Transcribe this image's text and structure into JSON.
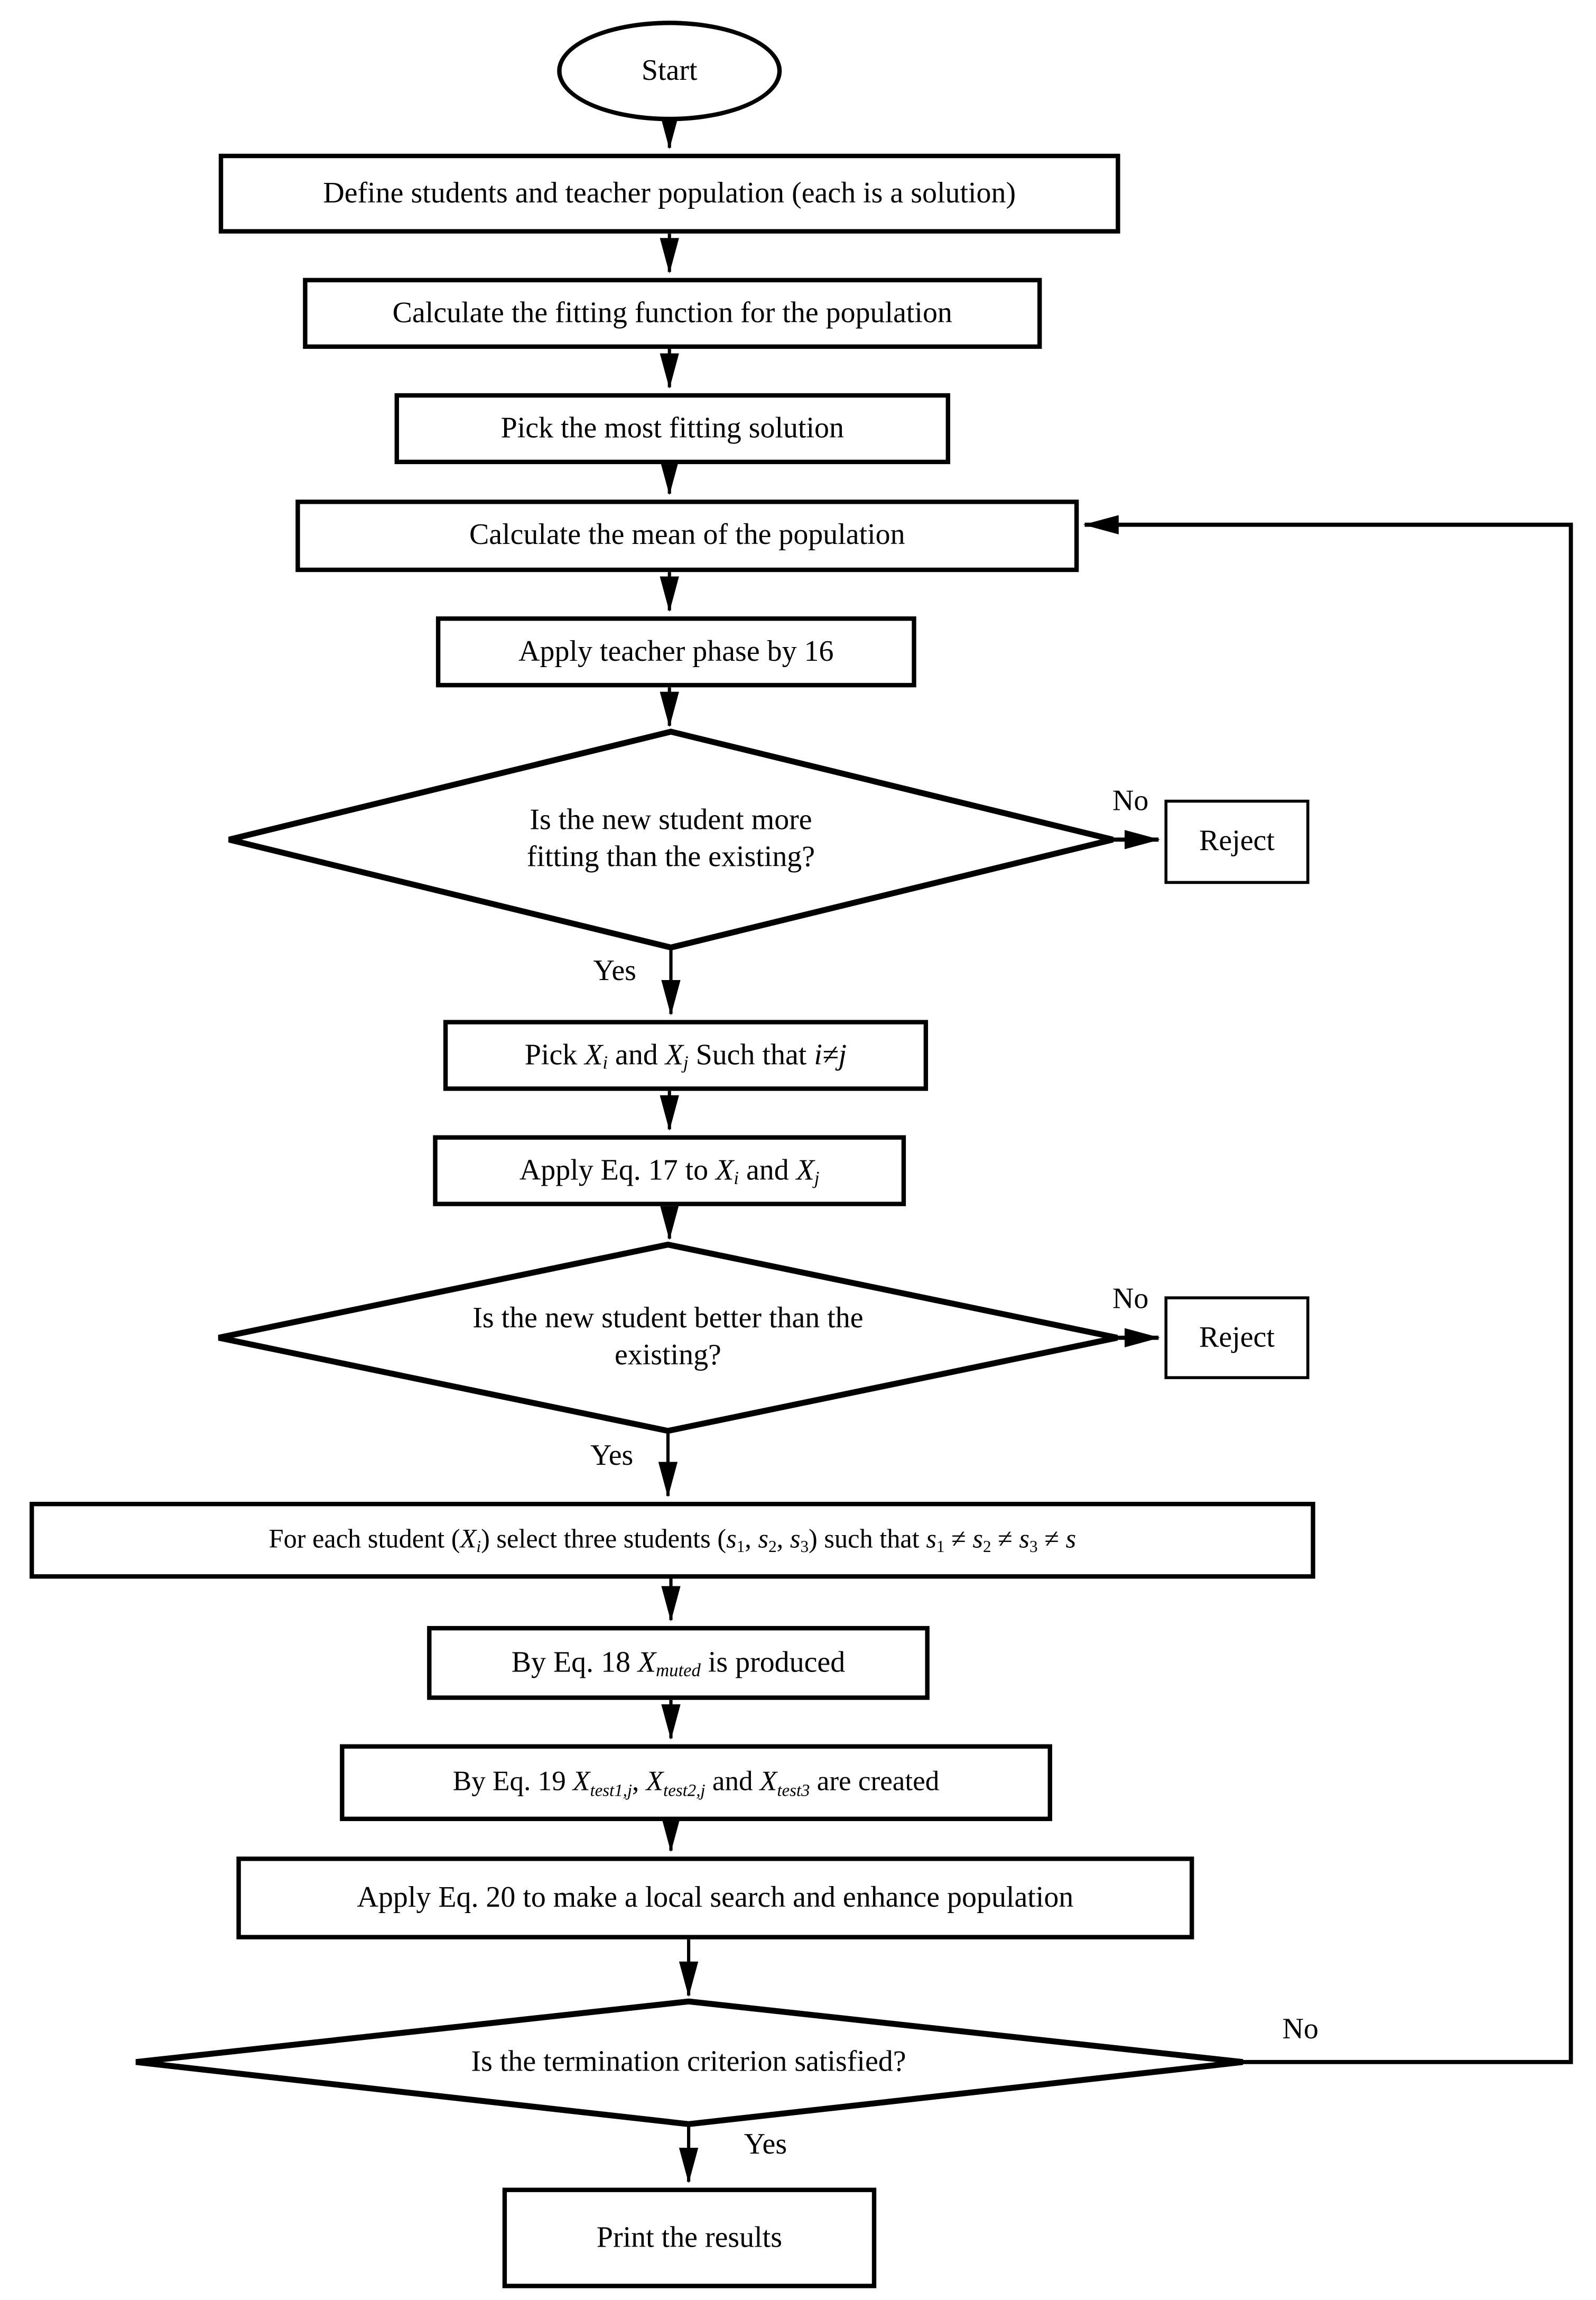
{
  "figure": {
    "type": "flowchart",
    "background": "#ffffff",
    "line_color": "#000000",
    "text_color": "#000000"
  },
  "nodes": {
    "start": {
      "shape": "terminator",
      "label": "Start"
    },
    "define": {
      "shape": "process",
      "label": "Define students and teacher population (each is a solution)"
    },
    "fitting": {
      "shape": "process",
      "label": "Calculate the fitting function for the population"
    },
    "pick_best": {
      "shape": "process",
      "label": "Pick the most fitting solution"
    },
    "mean": {
      "shape": "process",
      "label": "Calculate the mean of the population"
    },
    "teacher_phase": {
      "shape": "process",
      "label": "Apply teacher phase by 16"
    },
    "d1": {
      "shape": "decision",
      "label": "Is the new student more fitting than the existing?"
    },
    "reject1": {
      "shape": "process",
      "label": "Reject"
    },
    "pick_xij": {
      "shape": "process",
      "parts": [
        "Pick ",
        "X",
        "i",
        " and ",
        "X",
        "j",
        " Such that ",
        "i≠j"
      ]
    },
    "eq17": {
      "shape": "process",
      "parts": [
        "Apply Eq. 17 to ",
        "X",
        "i",
        " and ",
        "X",
        "j"
      ]
    },
    "d2": {
      "shape": "decision",
      "label": "Is the new student better than the existing?"
    },
    "reject2": {
      "shape": "process",
      "label": "Reject"
    },
    "foreach": {
      "shape": "process",
      "parts": [
        "For each student (",
        "X",
        "i",
        ") select three students (",
        "s",
        "1",
        ", ",
        "s",
        "2",
        ", ",
        "s",
        "3",
        ") such that ",
        "s",
        "1",
        " ≠ ",
        "s",
        "2",
        " ≠ ",
        "s",
        "3",
        " ≠ ",
        "s"
      ]
    },
    "eq18": {
      "shape": "process",
      "parts": [
        "By Eq. 18 ",
        "X",
        "muted",
        " is produced"
      ]
    },
    "eq19": {
      "shape": "process",
      "parts": [
        "By Eq. 19 ",
        "X",
        "test1,j",
        ", ",
        "X",
        "test2,j",
        " and ",
        "X",
        "test3",
        " are created"
      ]
    },
    "eq20": {
      "shape": "process",
      "label": "Apply Eq. 20 to make a local search and enhance population"
    },
    "d3": {
      "shape": "decision",
      "label": "Is the termination criterion satisfied?"
    },
    "print": {
      "shape": "process",
      "label": "Print the results"
    }
  },
  "edge_labels": {
    "d1_no": "No",
    "d1_yes": "Yes",
    "d2_no": "No",
    "d2_yes": "Yes",
    "d3_no": "No",
    "d3_yes": "Yes"
  },
  "edges": [
    {
      "from": "start",
      "to": "define"
    },
    {
      "from": "define",
      "to": "fitting"
    },
    {
      "from": "fitting",
      "to": "pick_best"
    },
    {
      "from": "pick_best",
      "to": "mean"
    },
    {
      "from": "mean",
      "to": "teacher_phase"
    },
    {
      "from": "teacher_phase",
      "to": "d1"
    },
    {
      "from": "d1",
      "to": "reject1",
      "label": "No"
    },
    {
      "from": "d1",
      "to": "pick_xij",
      "label": "Yes"
    },
    {
      "from": "pick_xij",
      "to": "eq17"
    },
    {
      "from": "eq17",
      "to": "d2"
    },
    {
      "from": "d2",
      "to": "reject2",
      "label": "No"
    },
    {
      "from": "d2",
      "to": "foreach",
      "label": "Yes"
    },
    {
      "from": "foreach",
      "to": "eq18"
    },
    {
      "from": "eq18",
      "to": "eq19"
    },
    {
      "from": "eq19",
      "to": "eq20"
    },
    {
      "from": "eq20",
      "to": "d3"
    },
    {
      "from": "d3",
      "to": "mean",
      "label": "No"
    },
    {
      "from": "d3",
      "to": "print",
      "label": "Yes"
    }
  ]
}
